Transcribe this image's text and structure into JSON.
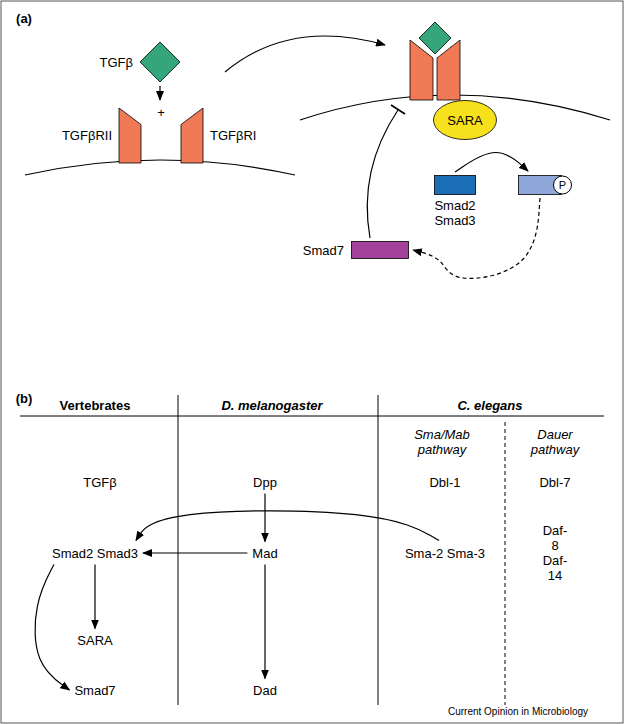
{
  "diagram": {
    "nodes": [
      {
        "text": [
          "TGFβ"
        ]
      },
      {
        "text": [
          "TGFβRII"
        ]
      },
      {
        "text": [
          "TGFβRI"
        ]
      },
      {
        "text": [
          "SARA"
        ]
      },
      {
        "text": [
          "Smad2 Smad3"
        ]
      },
      {
        "text": [
          "P"
        ]
      },
      {
        "text": [
          "Smad7"
        ]
      },
      {
        "text": [
          "Dpp"
        ]
      },
      {
        "text": [
          "Smad2 Smad3"
        ]
      },
      {
        "text": [
          "Mad"
        ]
      },
      {
        "text": [
          "Sma-2 Sma-3"
        ]
      },
      {
        "text": [
          "SARA"
        ]
      },
      {
        "text": [
          "Smad7"
        ]
      },
      {
        "text": [
          "Dad"
        ]
      }
    ],
    "edges": [
      {
        "from": 4,
        "to": 5,
        "arrow": "to"
      },
      {
        "from": 5,
        "to": 6,
        "arrow": "to"
      },
      {
        "from": 7,
        "to": 9,
        "arrow": "to"
      },
      {
        "from": 9,
        "to": 8,
        "arrow": "to"
      },
      {
        "from": 9,
        "to": 13,
        "arrow": "to"
      },
      {
        "from": 10,
        "to": 8,
        "arrow": "to"
      },
      {
        "from": 8,
        "to": 11,
        "arrow": "to"
      },
      {
        "from": 8,
        "to": 12,
        "arrow": "to"
      }
    ],
    "labels": [
      "(a)",
      "+",
      "(b)",
      "Vertebrates",
      "D. melanogaster",
      "C. elegans",
      "Sma/Mab pathway",
      "Dauer pathway",
      "TGFβ",
      "Dbl-1",
      "Dbl-7",
      "Daf-8 Daf-14",
      "Current Opinion in Microbiology"
    ]
  }
}
